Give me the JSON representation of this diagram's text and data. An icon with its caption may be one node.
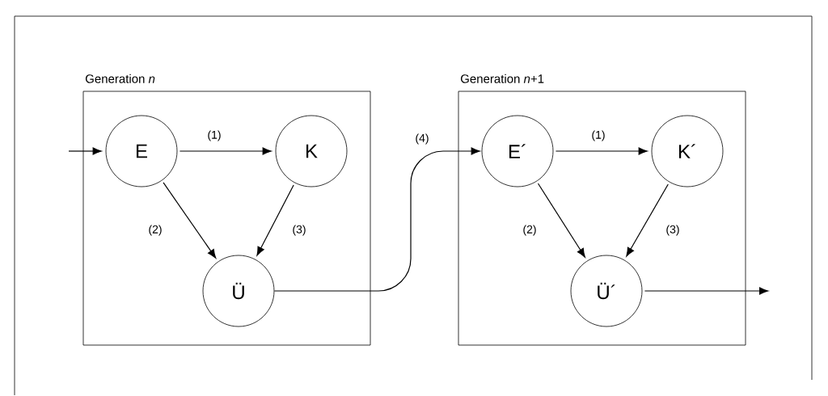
{
  "diagram": {
    "nodes": [
      {
        "text": [
          "Generation *n*"
        ]
      },
      {
        "text": [
          "E"
        ],
        "in": 0
      },
      {
        "text": [
          "K"
        ],
        "in": 0
      },
      {
        "text": [
          "Ü"
        ],
        "in": 0
      },
      {
        "text": [
          "Generation *n*+1"
        ]
      },
      {
        "text": [
          "E´"
        ],
        "in": 4
      },
      {
        "text": [
          "K´"
        ],
        "in": 4
      },
      {
        "text": [
          "Ü´"
        ],
        "in": 4
      }
    ],
    "edges": [
      {
        "from": null,
        "to": 1,
        "arrow": "to"
      },
      {
        "from": 1,
        "to": 2,
        "label": "(1)",
        "arrow": "to"
      },
      {
        "from": 1,
        "to": 3,
        "label": "(2)",
        "arrow": "to"
      },
      {
        "from": 2,
        "to": 3,
        "label": "(3)",
        "arrow": "to"
      },
      {
        "from": 3,
        "to": 5,
        "label": "(4)",
        "arrow": "to"
      },
      {
        "from": 5,
        "to": 6,
        "label": "(1)",
        "arrow": "to"
      },
      {
        "from": 5,
        "to": 7,
        "label": "(2)",
        "arrow": "to"
      },
      {
        "from": 6,
        "to": 7,
        "label": "(3)",
        "arrow": "to"
      },
      {
        "from": 7,
        "to": null,
        "arrow": "to"
      }
    ]
  }
}
